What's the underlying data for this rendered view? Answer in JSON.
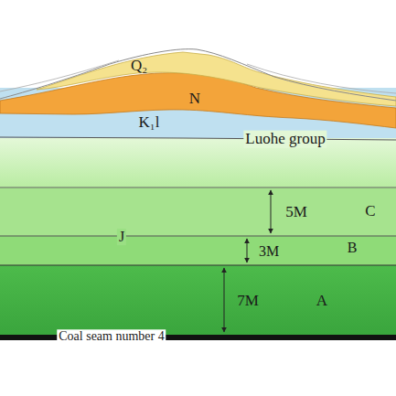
{
  "diagram": {
    "labels": [
      "Q₂",
      "N",
      "K₁l",
      "Luohe group",
      "J",
      "5M",
      "C",
      "3M",
      "B",
      "7M",
      "A",
      "Coal seam number 4"
    ]
  }
}
